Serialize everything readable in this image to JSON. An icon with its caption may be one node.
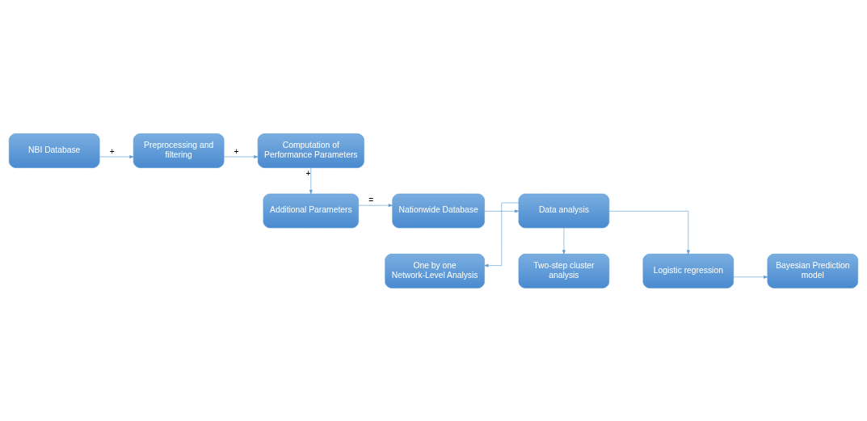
{
  "diagram": {
    "nodes": [
      {
        "text": [
          "NBI Database"
        ]
      },
      {
        "text": [
          "Preprocessing and filtering"
        ]
      },
      {
        "text": [
          "Computation of Performance Parameters"
        ]
      },
      {
        "text": [
          "Additional Parameters"
        ]
      },
      {
        "text": [
          "Nationwide Database"
        ]
      },
      {
        "text": [
          "Data analysis"
        ]
      },
      {
        "text": [
          "One by one Network-Level Analysis"
        ]
      },
      {
        "text": [
          "Two-step cluster analysis"
        ]
      },
      {
        "text": [
          "Logistic regression"
        ]
      },
      {
        "text": [
          "Bayesian Prediction model"
        ]
      }
    ],
    "edges": [
      {
        "from": 0,
        "to": 1,
        "arrow": "to",
        "label": "+"
      },
      {
        "from": 1,
        "to": 2,
        "arrow": "to",
        "label": "+"
      },
      {
        "from": 2,
        "to": 3,
        "arrow": "to",
        "label": "+"
      },
      {
        "from": 3,
        "to": 4,
        "arrow": "to",
        "label": "="
      },
      {
        "from": 4,
        "to": 5,
        "arrow": "to"
      },
      {
        "from": 5,
        "to": 6,
        "arrow": "to"
      },
      {
        "from": 5,
        "to": 7,
        "arrow": "to"
      },
      {
        "from": 5,
        "to": 8,
        "arrow": "to"
      },
      {
        "from": 8,
        "to": 9,
        "arrow": "to"
      }
    ]
  }
}
